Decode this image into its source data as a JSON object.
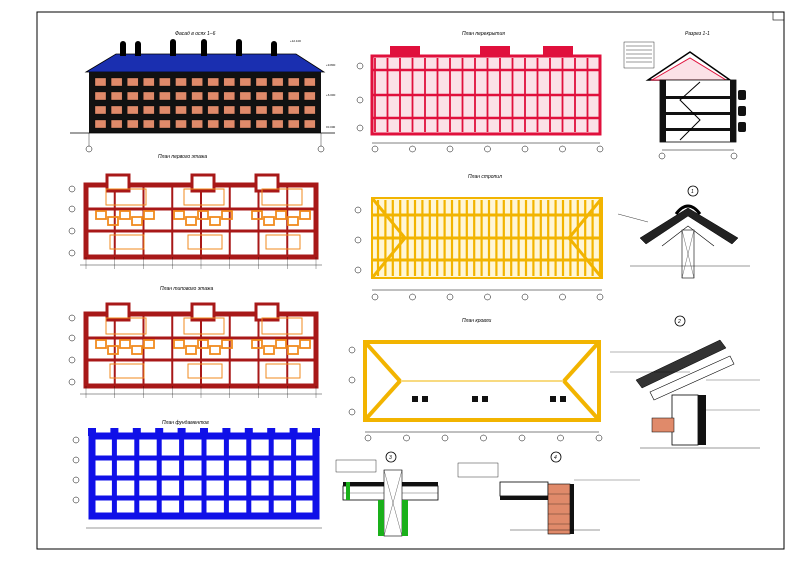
{
  "sheet": {
    "titles": {
      "facade": "Фасад в осях 1–6",
      "ground_floor_plan": "План первого этажа",
      "typical_floor_plan": "План типового этажа",
      "foundation_plan": "План фундаментов",
      "floor_slab_plan": "План перекрытия",
      "rafters_plan": "План стропил",
      "roof_plan": "План кровли",
      "section": "Разрез 1-1"
    },
    "callouts": {
      "node1": "1",
      "node2": "2",
      "node3": "3",
      "node4": "4"
    },
    "colors": {
      "roof_blue": "#1a2fb0",
      "window_salmon": "#e08a6a",
      "wall_red": "#a81818",
      "plan_orange": "#f08a1e",
      "slab_crimson": "#e0103c",
      "rafter_yellow": "#f2b400",
      "foundation_blue": "#1010e8",
      "green": "#1ab01a"
    }
  }
}
